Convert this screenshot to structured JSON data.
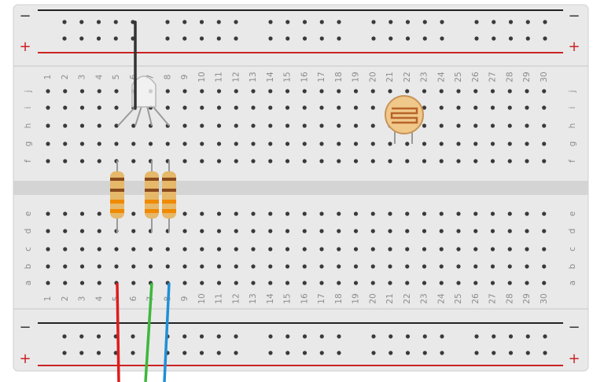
{
  "breadboard": {
    "columns": [
      "1",
      "2",
      "3",
      "4",
      "5",
      "6",
      "7",
      "8",
      "9",
      "10",
      "11",
      "12",
      "13",
      "14",
      "15",
      "16",
      "17",
      "18",
      "19",
      "20",
      "21",
      "22",
      "23",
      "24",
      "25",
      "26",
      "27",
      "28",
      "29",
      "30"
    ],
    "upper_rows": [
      "j",
      "i",
      "h",
      "g",
      "f"
    ],
    "lower_rows": [
      "e",
      "d",
      "c",
      "b",
      "a"
    ],
    "rail_minus": "−",
    "rail_plus": "+"
  },
  "colors": {
    "board": "#e9e9e9",
    "board_edge": "#cfcfcf",
    "channel": "#d4d4d4",
    "hole": "#3a3a3a",
    "label": "#8c8c8c",
    "rail_red": "#cc2222",
    "rail_black": "#222222",
    "wire_black": "#333333",
    "wire_red": "#e01b1b",
    "wire_green": "#3cb83c",
    "wire_blue": "#1e90d8",
    "resistor_body": "#e6b86a",
    "band_brown": "#8a4a1e",
    "band_orange": "#f08a00",
    "ldr_body": "#f0c88a",
    "ldr_trace": "#b8642a"
  },
  "components": {
    "rgb_led": {
      "icon": "rgb-led-icon"
    },
    "photoresistor": {
      "icon": "photoresistor-icon"
    },
    "resistors": [
      {
        "icon": "resistor-icon",
        "bands": [
          "band_brown",
          "band_brown",
          "band_orange",
          "band_orange"
        ]
      },
      {
        "icon": "resistor-icon",
        "bands": [
          "band_brown",
          "band_brown",
          "band_orange",
          "band_orange"
        ]
      },
      {
        "icon": "resistor-icon",
        "bands": [
          "band_brown",
          "band_brown",
          "band_orange",
          "band_orange"
        ]
      }
    ],
    "wires": [
      {
        "name": "wire-black",
        "color": "wire_black"
      },
      {
        "name": "wire-red",
        "color": "wire_red"
      },
      {
        "name": "wire-green",
        "color": "wire_green"
      },
      {
        "name": "wire-blue",
        "color": "wire_blue"
      }
    ]
  }
}
